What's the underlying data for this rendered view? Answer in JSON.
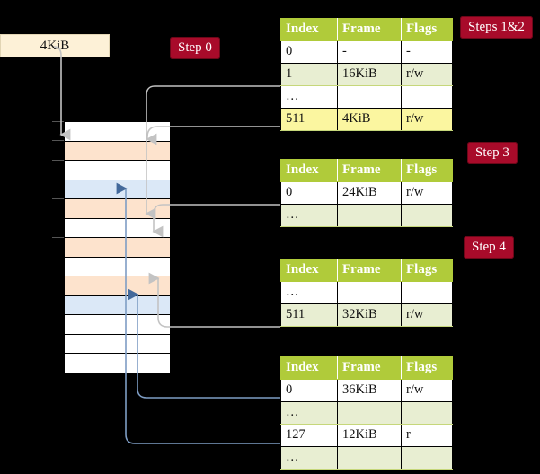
{
  "diagram": {
    "title_labels": {
      "step0": "Step 0",
      "steps12": "Steps 1&2",
      "step3": "Step 3",
      "step4": "Step 4"
    },
    "size_label": "4KiB",
    "memory_rows": [
      {
        "fill": "white"
      },
      {
        "fill": "orange"
      },
      {
        "fill": "white"
      },
      {
        "fill": "blue"
      },
      {
        "fill": "orange"
      },
      {
        "fill": "white"
      },
      {
        "fill": "orange"
      },
      {
        "fill": "white"
      },
      {
        "fill": "orange"
      },
      {
        "fill": "blue"
      },
      {
        "fill": "white"
      },
      {
        "fill": "white"
      },
      {
        "fill": "white"
      }
    ],
    "colors": {
      "badge_bg": "#a80b2a",
      "badge_text": "#ffffff",
      "table_header_bg": "#b0cb3a",
      "table_alt_row_bg": "#e8eed2",
      "highlight_bg": "#fbf6a0",
      "frame_orange": "#fde3cd",
      "frame_blue": "#dbe8f7",
      "label_box_bg": "#fdf1d7",
      "gray_arrow": "#b9b9b9",
      "blue_arrow": "#7e9dc4"
    },
    "tables": [
      {
        "name": "pml4-table",
        "headers": [
          "Index",
          "Frame",
          "Flags"
        ],
        "rows": [
          {
            "cells": [
              "0",
              "-",
              "-"
            ],
            "alt": false,
            "highlight": [
              false,
              false,
              false
            ]
          },
          {
            "cells": [
              "1",
              "16KiB",
              "r/w"
            ],
            "alt": true,
            "highlight": [
              false,
              false,
              false
            ]
          },
          {
            "cells": [
              "…",
              "",
              ""
            ],
            "alt": false,
            "highlight": [
              false,
              false,
              false
            ]
          },
          {
            "cells": [
              "511",
              "4KiB",
              "r/w"
            ],
            "alt": true,
            "highlight": [
              true,
              true,
              true
            ]
          }
        ]
      },
      {
        "name": "pdpt-table",
        "headers": [
          "Index",
          "Frame",
          "Flags"
        ],
        "rows": [
          {
            "cells": [
              "0",
              "24KiB",
              "r/w"
            ],
            "alt": false,
            "highlight": [
              false,
              false,
              false
            ]
          },
          {
            "cells": [
              "…",
              "",
              ""
            ],
            "alt": true,
            "highlight": [
              false,
              false,
              false
            ]
          }
        ]
      },
      {
        "name": "pd-table",
        "headers": [
          "Index",
          "Frame",
          "Flags"
        ],
        "rows": [
          {
            "cells": [
              "…",
              "",
              ""
            ],
            "alt": false,
            "highlight": [
              false,
              false,
              false
            ]
          },
          {
            "cells": [
              "511",
              "32KiB",
              "r/w"
            ],
            "alt": true,
            "highlight": [
              false,
              false,
              false
            ]
          }
        ]
      },
      {
        "name": "pt-table",
        "headers": [
          "Index",
          "Frame",
          "Flags"
        ],
        "rows": [
          {
            "cells": [
              "0",
              "36KiB",
              "r/w"
            ],
            "alt": false,
            "highlight": [
              false,
              false,
              false
            ]
          },
          {
            "cells": [
              "…",
              "",
              ""
            ],
            "alt": true,
            "highlight": [
              false,
              false,
              false
            ]
          },
          {
            "cells": [
              "127",
              "12KiB",
              "r"
            ],
            "alt": false,
            "highlight": [
              false,
              false,
              false
            ]
          },
          {
            "cells": [
              "…",
              "",
              ""
            ],
            "alt": true,
            "highlight": [
              false,
              false,
              false
            ]
          }
        ]
      }
    ]
  }
}
